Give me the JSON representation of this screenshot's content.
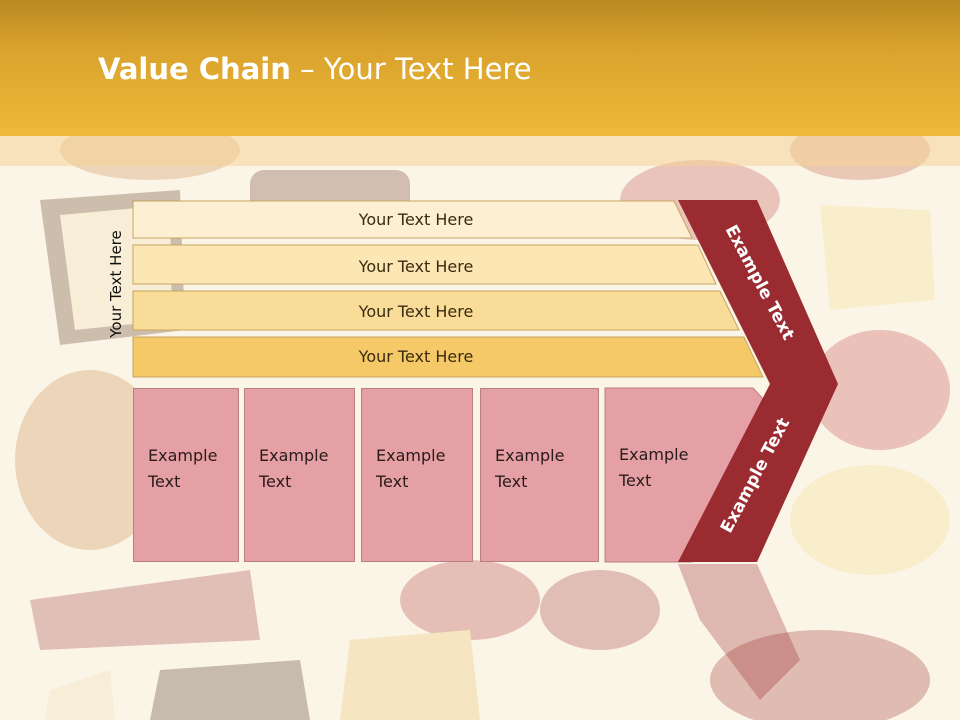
{
  "title": {
    "bold": "Value Chain",
    "rest": " – Your Text Here"
  },
  "side_label": "Your Text Here",
  "bars": [
    {
      "label": "Your Text Here",
      "color": "#fdf0d2"
    },
    {
      "label": "Your Text Here",
      "color": "#fbe6b4"
    },
    {
      "label": "Your Text Here",
      "color": "#f9dc98"
    },
    {
      "label": "Your Text Here",
      "color": "#f5c968"
    }
  ],
  "boxes": [
    {
      "line1": "Example",
      "line2": "Text"
    },
    {
      "line1": "Example",
      "line2": "Text"
    },
    {
      "line1": "Example",
      "line2": "Text"
    },
    {
      "line1": "Example",
      "line2": "Text"
    },
    {
      "line1": "Example",
      "line2": "Text"
    }
  ],
  "chevron": {
    "top_label": "Example Text",
    "bottom_label": "Example Text",
    "color": "#9a2b30"
  }
}
